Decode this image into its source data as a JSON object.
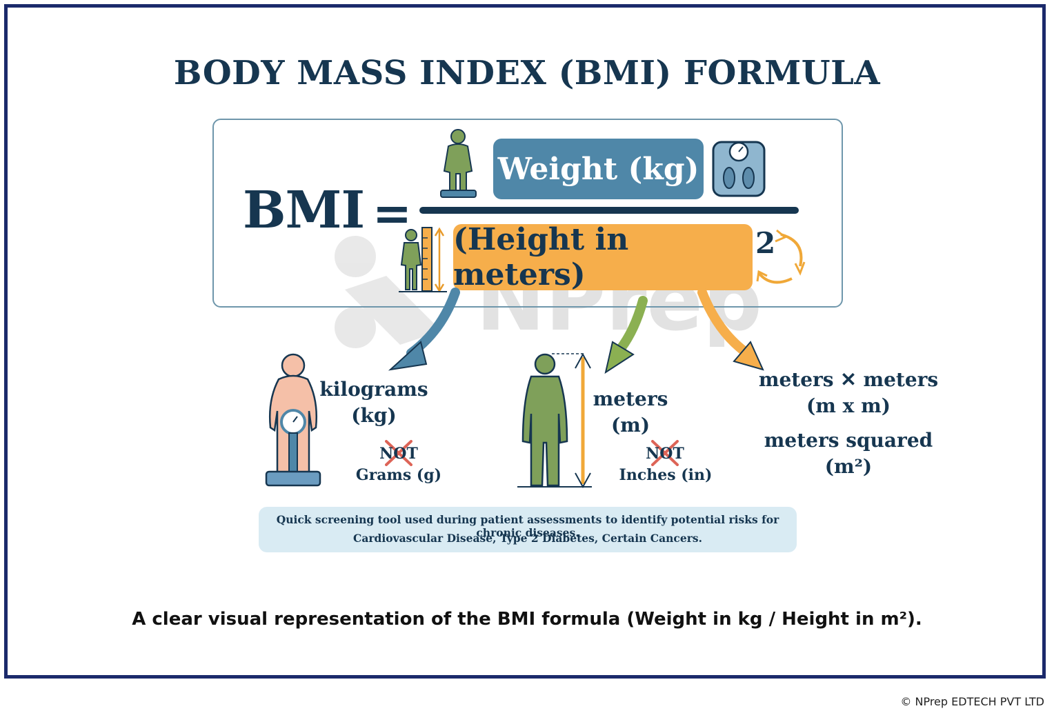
{
  "title": "BODY MASS INDEX (BMI) FORMULA",
  "formula": {
    "lhs": "BMI",
    "equals": "=",
    "numerator": "Weight (kg)",
    "denominator": "(Height in meters)",
    "exponent": "2"
  },
  "watermark": "NPrep",
  "units": {
    "weight": {
      "line1": "kilograms",
      "line2": "(kg)",
      "not_word": "NOT",
      "not_unit": "Grams (g)"
    },
    "height": {
      "line1": "meters",
      "line2": "(m)",
      "not_word": "NOT",
      "not_unit": "Inches (in)"
    },
    "squared": {
      "line1": "meters ✕ meters",
      "line2": "(m x m)",
      "line3": "meters squared",
      "line4": "(m²)"
    }
  },
  "info": {
    "line1": "Quick screening tool used during patient assessments to identify potential risks for chronic diseases.",
    "line2": "Cardiovascular Disease, Type 2 Diabetes, Certain Cancers."
  },
  "caption": "A clear visual representation of the BMI formula (Weight in kg / Height in m²).",
  "copyright": "© NPrep EDTECH PVT LTD",
  "colors": {
    "navy": "#163650",
    "weight_blue": "#4f87a8",
    "height_orange": "#f6ae4b",
    "figure_green": "#7fa05a",
    "skin": "#f5c0a8",
    "frame": "#1b2a6b",
    "info_bg": "#d9ebf3"
  }
}
